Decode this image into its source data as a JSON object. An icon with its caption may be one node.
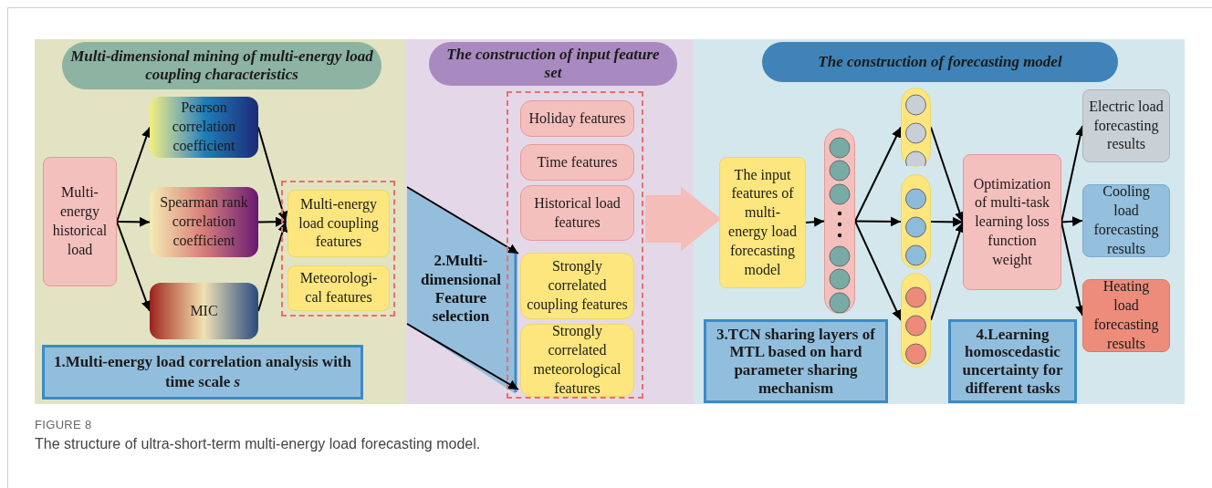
{
  "diagram": {
    "caption": "The structure of ultra-short-term multi-energy load forecasting model.",
    "nodes": [
      {
        "text": [
          "Multi-dimensional mining of multi-energy load coupling characteristics"
        ]
      },
      {
        "text": [
          "Multi-energy historical load"
        ],
        "in": 0
      },
      {
        "text": [
          "Pearson correlation coefficient"
        ],
        "in": 0
      },
      {
        "text": [
          "Spearman rank correlation coefficient"
        ],
        "in": 0
      },
      {
        "text": [
          "MIC"
        ],
        "in": 0
      },
      {
        "text": [],
        "shape": "box",
        "in": 0
      },
      {
        "text": [
          "Multi-energy load coupling features"
        ],
        "in": 5
      },
      {
        "text": [
          "Meteorologi-cal features"
        ],
        "in": 5
      },
      {
        "text": [
          "1.Multi-energy load correlation analysis with time scale *s*"
        ],
        "in": 0
      },
      {
        "text": [
          "The construction of input feature set"
        ]
      },
      {
        "text": [
          "2.Multi-dimensional Feature selection"
        ],
        "in": 9
      },
      {
        "text": [],
        "shape": "box",
        "in": 9
      },
      {
        "text": [
          "Holiday features"
        ],
        "in": 11
      },
      {
        "text": [
          "Time features"
        ],
        "in": 11
      },
      {
        "text": [
          "Historical load features"
        ],
        "in": 11
      },
      {
        "text": [
          "Strongly correlated coupling features"
        ],
        "in": 11
      },
      {
        "text": [
          "Strongly correlated meteorological features"
        ],
        "in": 11
      },
      {
        "text": [
          "The construction of forecasting model"
        ]
      },
      {
        "text": [
          "The input features of multi-energy load forecasting model"
        ],
        "in": 17
      },
      {
        "text": [],
        "shape": "bar",
        "in": 17
      },
      {
        "text": [],
        "shape": "bar",
        "in": 17
      },
      {
        "text": [],
        "shape": "bar",
        "in": 17
      },
      {
        "text": [],
        "shape": "bar",
        "in": 17
      },
      {
        "text": [
          "Optimization of multi-task learning loss function weight"
        ],
        "in": 17
      },
      {
        "text": [
          "Electric load forecasting results"
        ],
        "in": 17
      },
      {
        "text": [
          "Cooling load forecasting results"
        ],
        "in": 17
      },
      {
        "text": [
          "Heating load forecasting results"
        ],
        "in": 17
      },
      {
        "text": [
          "3.TCN sharing layers of MTL based on hard parameter sharing mechanism"
        ],
        "in": 17
      },
      {
        "text": [
          "4.Learning homoscedastic uncertainty for different tasks"
        ],
        "in": 17
      }
    ],
    "edges": [
      {
        "from": 1,
        "to": 2,
        "arrow": "to"
      },
      {
        "from": 1,
        "to": 3,
        "arrow": "to"
      },
      {
        "from": 1,
        "to": 4,
        "arrow": "to"
      },
      {
        "from": 2,
        "to": 6,
        "arrow": "to"
      },
      {
        "from": 3,
        "to": 6,
        "arrow": "to"
      },
      {
        "from": 4,
        "to": 6,
        "arrow": "to"
      },
      {
        "from": 10,
        "to": 15,
        "arrow": "to"
      },
      {
        "from": 10,
        "to": 16,
        "arrow": "to"
      },
      {
        "from": 11,
        "to": 18,
        "arrow": "to",
        "style": "thick",
        "color": "#f4bdb8"
      },
      {
        "from": 18,
        "to": 19,
        "arrow": "to"
      },
      {
        "from": 19,
        "to": 20,
        "arrow": "to"
      },
      {
        "from": 19,
        "to": 21,
        "arrow": "to"
      },
      {
        "from": 19,
        "to": 22,
        "arrow": "to"
      },
      {
        "from": 20,
        "to": 23,
        "arrow": "to"
      },
      {
        "from": 21,
        "to": 23,
        "arrow": "to"
      },
      {
        "from": 22,
        "to": 23,
        "arrow": "to"
      },
      {
        "from": 23,
        "to": 24,
        "arrow": "to"
      },
      {
        "from": 23,
        "to": 25,
        "arrow": "to"
      },
      {
        "from": 23,
        "to": 26,
        "arrow": "to"
      }
    ],
    "labels": [
      "FIGURE 8"
    ]
  }
}
